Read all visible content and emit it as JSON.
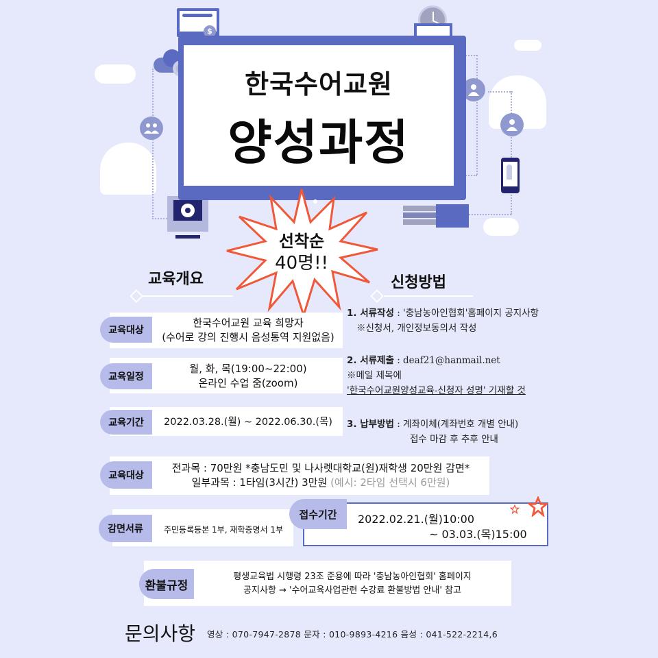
{
  "hero": {
    "title_line1": "한국수어교원",
    "title_line2": "양성과정"
  },
  "burst": {
    "line1": "선착순",
    "line2": "40명!!"
  },
  "sections": {
    "overview_title": "교육개요",
    "apply_title": "신청방법"
  },
  "overview": [
    {
      "tag": "교육대상",
      "lines": [
        "한국수어교원 교육 희망자",
        "(수어로 강의 진행시 음성통역 지원없음)"
      ]
    },
    {
      "tag": "교육일정",
      "lines": [
        "월, 화, 목(19:00~22:00)",
        "온라인 수업 줌(zoom)"
      ]
    },
    {
      "tag": "교육기간",
      "lines": [
        "2022.03.28.(월) ~ 2022.06.30.(목)"
      ]
    },
    {
      "tag": "교육대상",
      "lines": [
        "전과목 : 70만원 *충남도민 및 나사렛대학교(원)재학생 20만원 감면*",
        "일부과목 : 1타임(3시간) 3만원"
      ],
      "note": "(예시: 2타임 선택시 6만원)"
    },
    {
      "tag": "감면서류",
      "lines": [
        "주민등록등본 1부, 재학증명서 1부"
      ]
    }
  ],
  "apply_steps": [
    {
      "label": "1. 서류작성",
      "text": ": '충남농아인협회'홈페이지 공지사항",
      "sub": [
        "※신청서, 개인정보동의서 작성"
      ]
    },
    {
      "label": "2. 서류제출",
      "text": ": deaf21@hanmail.net",
      "sub": [
        "※메일 제목에",
        "'한국수어교원양성교육-신청자 성명' 기재할 것"
      ]
    },
    {
      "label": "3. 납부방법",
      "text": ": 계좌이체(계좌번호 개별 안내)",
      "sub": [
        "접수 마감 후 추후 안내"
      ]
    }
  ],
  "period": {
    "tag": "접수기간",
    "start": "2022.02.21.(월)10:00",
    "end": "~ 03.03.(목)15:00"
  },
  "refund": {
    "tag": "환불규정",
    "line1": "평생교육법 시행령 23조 준용에 따라 '충남농아인협회' 홈페이지",
    "line2": "공지사항 → '수어교육사업관련 수강료 환불방법 안내' 참고"
  },
  "contact": {
    "title": "문의사항",
    "line": "영상 : 070-7947-2878  문자 : 010-9893-4216 음성 : 041-522-2214,6"
  },
  "colors": {
    "background": "#e6e8fb",
    "frame": "#5a6ac0",
    "tag": "#b7bbe9",
    "burst_outline": "#f0583a"
  }
}
